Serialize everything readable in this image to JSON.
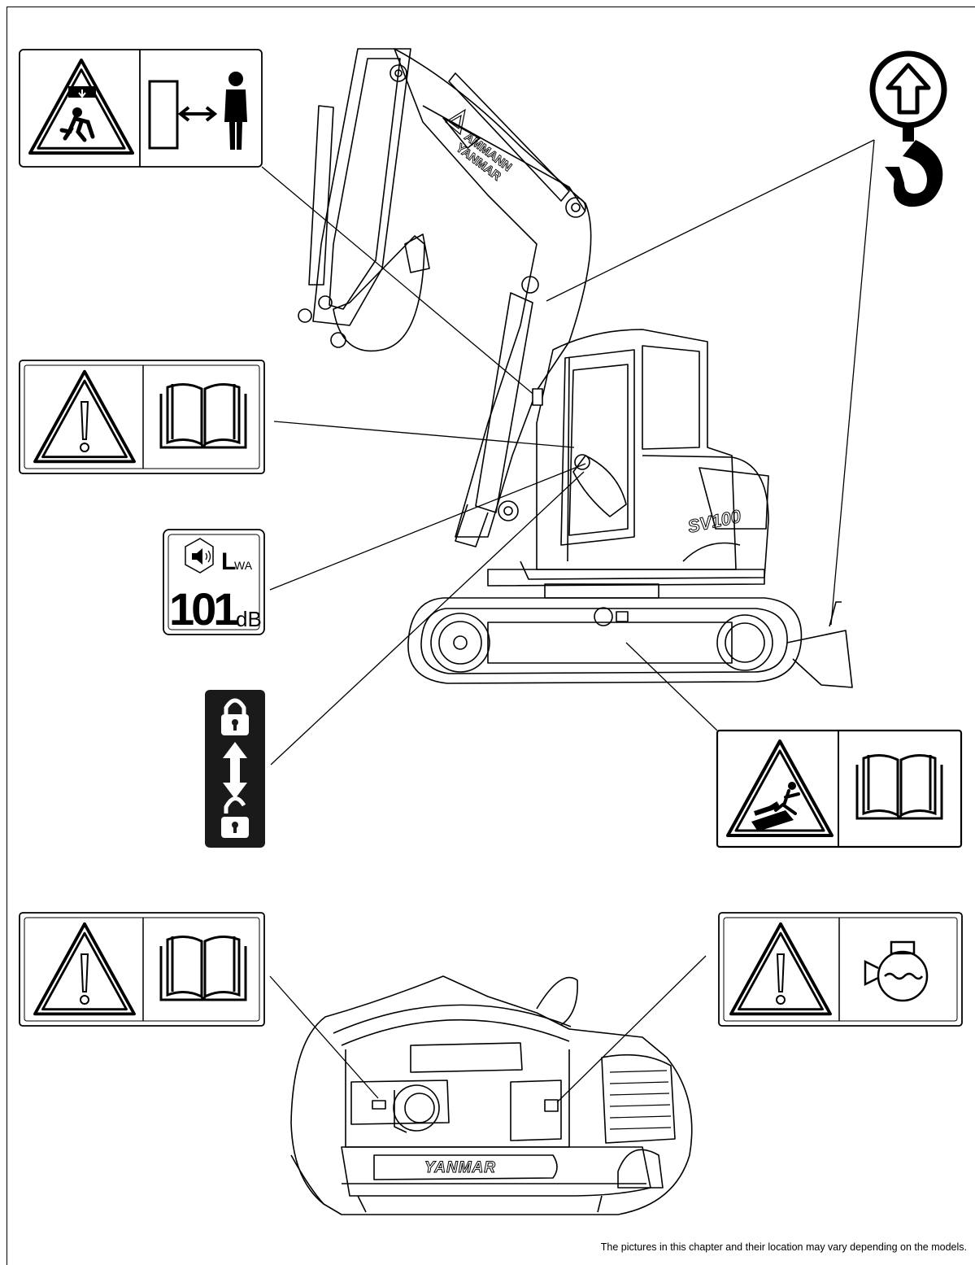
{
  "footnote": "The pictures in this chapter and their location may vary depending on the models.",
  "colors": {
    "ink": "#000000",
    "paper": "#ffffff",
    "decal_fill": "#1a1a1a"
  },
  "boom_text": {
    "line1": "AMMANN",
    "line2": "YANMAR"
  },
  "model_label": "SV100",
  "engine_plate_text": "YANMAR",
  "noise_decal": {
    "symbol": "LWA",
    "symbol_main": "L",
    "symbol_sub": "WA",
    "value": "101",
    "unit": "dB"
  },
  "decals": [
    {
      "id": "crush-hazard-keep-distance",
      "icons": [
        "warning-falling-load-icon",
        "keep-distance-person-icon"
      ]
    },
    {
      "id": "lifting-point",
      "icons": [
        "lifting-arrow-circle-icon",
        "crane-hook-icon"
      ]
    },
    {
      "id": "read-manual-cab",
      "icons": [
        "warning-exclamation-icon",
        "read-manual-book-icon"
      ]
    },
    {
      "id": "noise-level",
      "icons": [
        "speaker-icon"
      ]
    },
    {
      "id": "lock-unlock",
      "icons": [
        "padlock-closed-icon",
        "double-arrow-icon",
        "padlock-open-icon"
      ]
    },
    {
      "id": "track-run-over-hazard",
      "icons": [
        "warning-run-over-icon",
        "read-manual-book-icon"
      ]
    },
    {
      "id": "read-manual-engine",
      "icons": [
        "warning-exclamation-icon",
        "read-manual-book-icon"
      ]
    },
    {
      "id": "coolant-level",
      "icons": [
        "warning-exclamation-icon",
        "coolant-tank-icon"
      ]
    }
  ]
}
